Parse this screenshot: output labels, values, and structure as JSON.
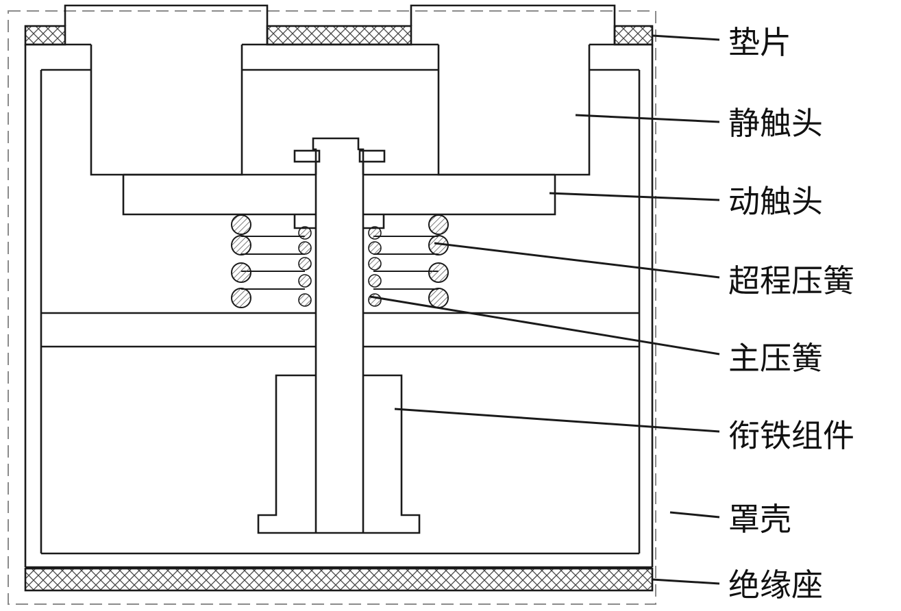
{
  "labels": {
    "gasket": "垫片",
    "static_contact": "静触头",
    "moving_contact": "动触头",
    "overtravel_spring": "超程压簧",
    "main_spring": "主压簧",
    "armature_assembly": "衔铁组件",
    "cover": "罩壳",
    "insulating_base": "绝缘座"
  },
  "colors": {
    "line": "#1a1a1a",
    "spring_fill": "#ffffff",
    "hatch": "#444444",
    "dashed_outline": "#8a8a8a",
    "background": "#ffffff"
  }
}
